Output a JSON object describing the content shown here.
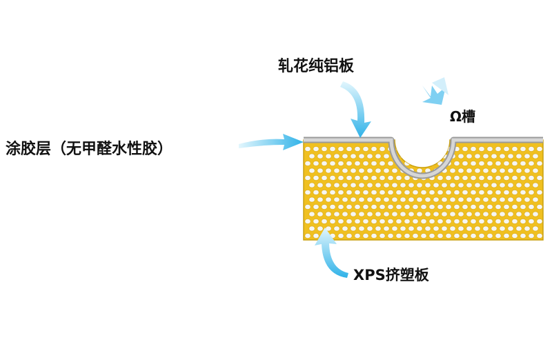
{
  "labels": {
    "glue_layer": "涂胶层（无甲醛水性胶）",
    "aluminum_sheet": "轧花纯铝板",
    "omega_groove": "Ω槽",
    "xps_board": "XPS挤塑板"
  },
  "colors": {
    "foam": "#f0c020",
    "foam_edge": "#c9a010",
    "cell": "#f6f6f2",
    "aluminum": "#9a9a9a",
    "aluminum_light": "#d6d6d6",
    "arrow": "#3bb8ea",
    "arrow_light": "#bfe9fa"
  }
}
